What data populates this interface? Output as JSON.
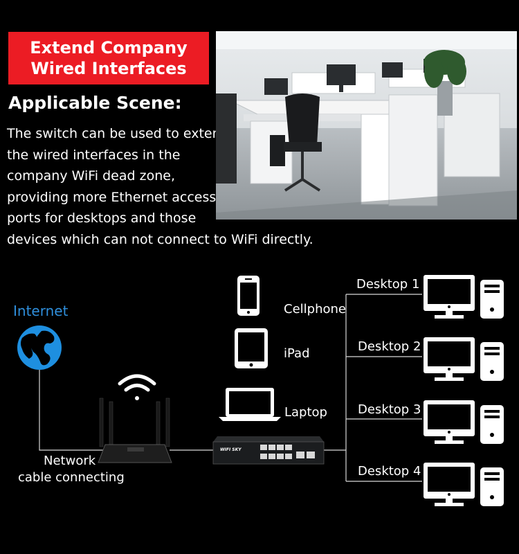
{
  "banner": {
    "line1": "Extend Company",
    "line2": "Wired Interfaces"
  },
  "scene": {
    "title": "Applicable Scene:",
    "description_lines": [
      "The switch can be used to extend",
      "the wired interfaces in the",
      "company WiFi dead zone,",
      "providing more Ethernet access",
      "ports for desktops and those",
      "devices which can not connect to WiFi directly."
    ]
  },
  "diagram": {
    "internet_label": "Internet",
    "network_label_line1": "Network",
    "network_label_line2": "cable connecting",
    "wireless_devices": [
      "Cellphone",
      "iPad",
      "Laptop"
    ],
    "desktops": [
      "Desktop 1",
      "Desktop 2",
      "Desktop 3",
      "Desktop 4"
    ],
    "switch_brand": "WIFI SKY"
  },
  "colors": {
    "banner_red": "#ec1c24",
    "internet_blue": "#2f8fdc",
    "background": "#000000"
  }
}
